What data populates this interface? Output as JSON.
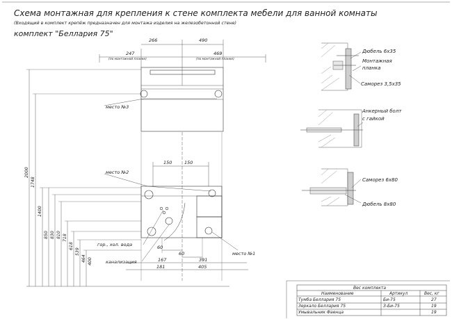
{
  "header": {
    "title": "Схема монтажная для крепления к стене комплекта мебели для ванной комнаты",
    "subtitle": "(Входящий в комплект крепёж предназначен для монтажа изделия на железобетонной стене)",
    "set_name": "комплект \"Беллария 75\""
  },
  "dimensions": {
    "top_266": "266",
    "top_490": "490",
    "left_247": "247",
    "left_247_note": "(по монтажной планке)",
    "right_469": "469",
    "right_469_note": "(по монтажной планке)",
    "mid_150_a": "150",
    "mid_150_b": "150",
    "bottom_60_a": "60",
    "bottom_60_b": "60",
    "bottom_167": "167",
    "bottom_391": "391",
    "bottom_181": "181",
    "bottom_405": "405",
    "vertical": [
      "2000",
      "1748",
      "1400",
      "850",
      "830",
      "810",
      "718",
      "618",
      "539",
      "464",
      "400"
    ]
  },
  "labels": {
    "place_3": "место №3",
    "place_2": "место №2",
    "place_1": "место №1",
    "water": "гор., хол. вода",
    "sewer": "канализация"
  },
  "details": {
    "dowel_6x35": "Дюбель 6x35",
    "mount_strip_1": "Монтажная",
    "mount_strip_2": "планка",
    "screw_3_5x35": "Саморез 3,5x35",
    "anchor_1": "Анкерный болт",
    "anchor_2": "с гайкой",
    "screw_6x80": "Саморез 6x80",
    "dowel_8x80": "Дюбель 8x80"
  },
  "table": {
    "caption": "Вес комплекта",
    "headers": [
      "Наименование",
      "Артикул",
      "Вес, кг"
    ],
    "rows": [
      [
        "Тумба Беллария 75",
        "Би-75",
        "27"
      ],
      [
        "Зеркало Беллария 75",
        "З-Би-75",
        "19"
      ],
      [
        "Умывальник Фаенца",
        "",
        "19"
      ]
    ]
  }
}
